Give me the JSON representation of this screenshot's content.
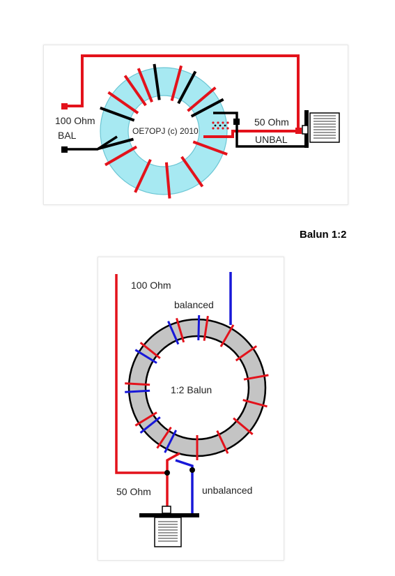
{
  "caption": "Balun 1:2",
  "top": {
    "left_label_1": "100 Ohm",
    "left_label_2": "BAL",
    "center_label": "OE7OPJ (c) 2010",
    "right_label_1": "50 Ohm",
    "right_label_2": "UNBAL"
  },
  "bottom": {
    "label_100": "100 Ohm",
    "label_balanced": "balanced",
    "center_label": "1:2 Balun",
    "label_50": "50 Ohm",
    "label_unbalanced": "unbalanced"
  },
  "colors": {
    "red_wire": "#e3121b",
    "blue_wire": "#1818d8",
    "black_wire": "#000000",
    "cyan_core": "#a7e9f2",
    "grey_core": "#c4c4c4"
  }
}
